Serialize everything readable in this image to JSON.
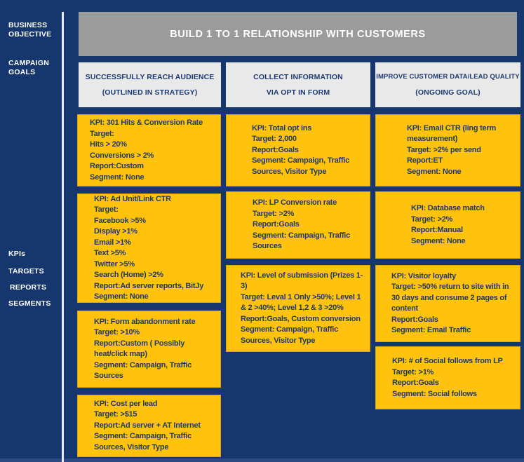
{
  "colors": {
    "background_navy": "#16366E",
    "kpi_box_yellow": "#FFC20D",
    "text_navy": "#1F3A6D",
    "banner_gray": "#9B9B9B",
    "column_header_gray": "#E9E9EA",
    "text_white": "#FFFFFF",
    "divider_white": "#E8EAF0"
  },
  "sidebar": {
    "business_objective": "BUSINESS\nOBJECTIVE",
    "campaign_goals": "CAMPAIGN\nGOALS",
    "kpis": "KPIs",
    "targets": "TARGETS",
    "reports": "REPORTS",
    "segments": "SEGMENTS"
  },
  "banner": {
    "title": "BUILD 1 TO 1 RELATIONSHIP WITH CUSTOMERS"
  },
  "columns": [
    {
      "header_line1": "SUCCESSFULLY REACH AUDIENCE",
      "header_line2": "(OUTLINED IN STRATEGY)",
      "boxes": [
        {
          "text": "KPI: 301 Hits & Conversion Rate\nTarget:\nHits > 20%\nConversions > 2%\nReport:Custom\nSegment: None"
        },
        {
          "text": "KPI: Ad Unit/Link CTR\nTarget:\nFacebook >5%\nDisplay >1%\nEmail >1%\nText >5%\nTwitter >5%\nSearch (Home) >2%\nReport:Ad server reports, BitJy\nSegment: None"
        },
        {
          "text": "KPI: Form abandonment rate\nTarget: >10%\nReport:Custom ( Possibly heat/click map)\nSegment: Campaign, Traffic Sources"
        },
        {
          "text": "KPI: Cost per lead\nTarget: >$15\nReport:Ad server + AT Internet\nSegment: Campaign, Traffic Sources, Visitor Type"
        }
      ]
    },
    {
      "header_line1": "COLLECT INFORMATION",
      "header_line2": "VIA OPT IN FORM",
      "boxes": [
        {
          "text": "KPI: Total opt ins\nTarget: 2,000\nReport:Goals\nSegment: Campaign, Traffic Sources, Visitor Type"
        },
        {
          "text": "KPI: LP Conversion rate\nTarget: >2%\nReport:Goals\nSegment: Campaign, Traffic Sources"
        },
        {
          "text": "KPI: Level of submission (Prizes 1-3)\nTarget: Leval 1 Only >50%; Level 1 & 2 >40%; Level 1,2 & 3 >20%\nReport:Goals, Custom conversion\nSegment: Campaign, Traffic Sources, Visitor Type"
        }
      ]
    },
    {
      "header_line1": "IMPROVE CUSTOMER DATA/LEAD QUALITY",
      "header_line2": "(ONGOING GOAL)",
      "boxes": [
        {
          "text": "KPI: Email CTR (ling term measurement)\nTarget: >2% per send\nReport:ET\nSegment: None"
        },
        {
          "text": "KPI: Database match\nTarget: >2%\nReport:Manual\nSegment: None"
        },
        {
          "text": "KPI: Visitor loyalty\nTarget: >50% return to site with in 30 days and consume 2 pages of content\nReport:Goals\nSegment: Email Traffic"
        },
        {
          "text": "KPI: # of Social follows from LP\nTarget: >1%\nReport:Goals\nSegment: Social follows"
        }
      ]
    }
  ]
}
